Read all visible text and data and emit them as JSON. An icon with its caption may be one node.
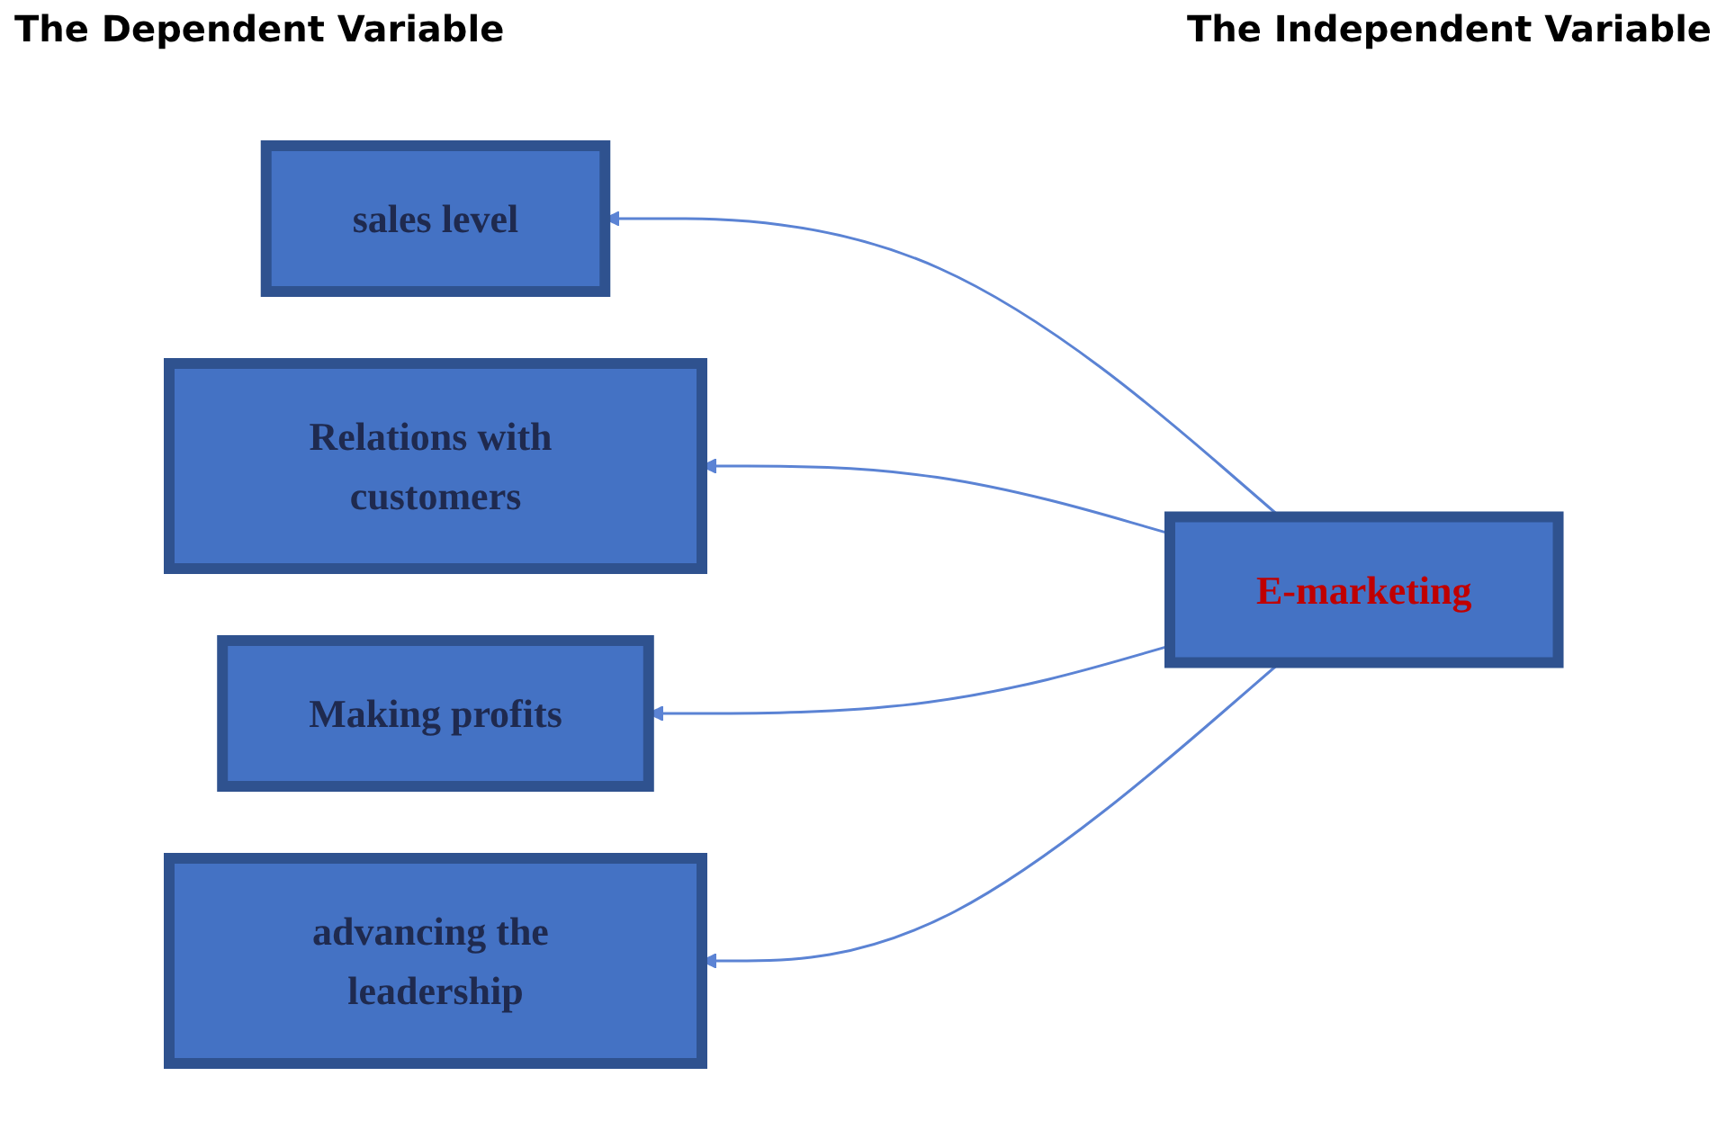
{
  "diagram": {
    "nodes": [
      {
        "text": [
          "sales level"
        ]
      },
      {
        "text": [
          "Relations with customers"
        ]
      },
      {
        "text": [
          "Making profits"
        ]
      },
      {
        "text": [
          "advancing the leadership"
        ]
      },
      {
        "text": [
          "E-marketing"
        ]
      }
    ],
    "edges": [
      {
        "from": 4,
        "to": 0,
        "arrow": "to"
      },
      {
        "from": 4,
        "to": 1,
        "arrow": "to"
      },
      {
        "from": 4,
        "to": 2,
        "arrow": "to"
      },
      {
        "from": 4,
        "to": 3,
        "arrow": "to"
      }
    ],
    "labels": [
      "The Dependent Variable",
      "The Independent Variable"
    ]
  }
}
